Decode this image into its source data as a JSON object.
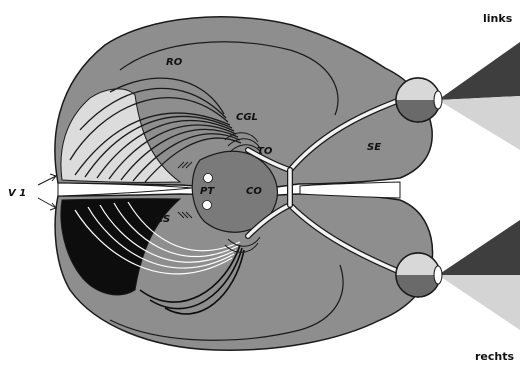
{
  "labels": {
    "ro": "RO",
    "cgl": "CGL",
    "to": "TO",
    "se": "SE",
    "pt": "PT",
    "co": "CO",
    "cs": "CS",
    "v1": "V 1",
    "links": "links",
    "rechts": "rechts"
  },
  "colors": {
    "brain": "#8e8e8e",
    "outline": "#1a1a1a",
    "field_dark": "#3e3e3e",
    "field_light": "#d4d4d4",
    "tract": "#f2f2f2",
    "radiation_dark": "#0d0d0d"
  }
}
